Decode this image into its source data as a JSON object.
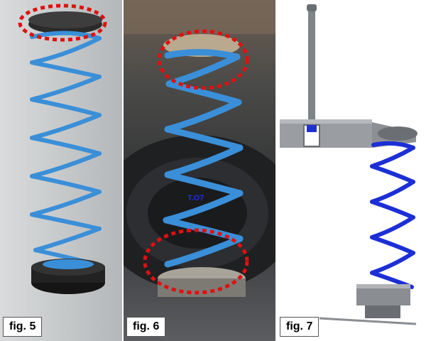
{
  "figures": [
    {
      "label": "fig. 5"
    },
    {
      "label": "fig. 6"
    },
    {
      "label": "fig. 7"
    }
  ],
  "spring_text": "T.O7",
  "colors": {
    "spring_blue": "#3a8fd8",
    "spring_dark_blue": "#1c2fd6",
    "highlight_red": "#e01010",
    "seat_black": "#1a1a1a",
    "steel_gray": "#8a8e92"
  }
}
